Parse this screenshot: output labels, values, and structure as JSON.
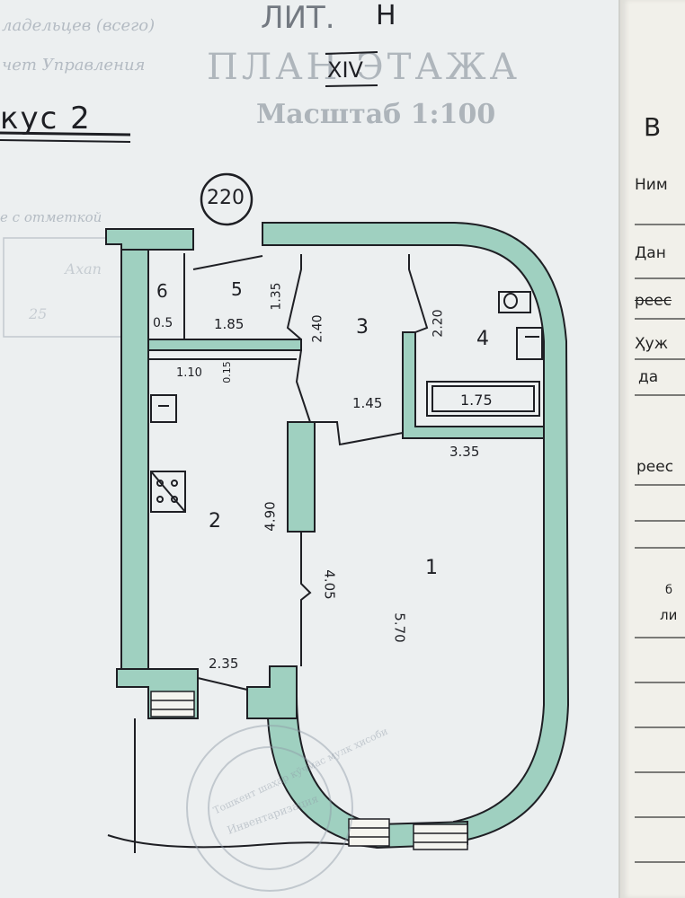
{
  "header": {
    "owner_line": "ладельцев (всего)",
    "management_line": "чет Управления",
    "lit_label": "ЛИТ.",
    "lit_letter": "Н",
    "floor_plan_title": "ПЛАН ЭТАЖА",
    "floor_number": "XIV",
    "scale_label": "Масштаб 1:100",
    "block_label": "кус 2",
    "apartment_number": "220",
    "mark_line": "е с отметкой",
    "faded_1": "Ахап",
    "faded_2": "25"
  },
  "rooms": [
    {
      "number": "1",
      "length": "5.70"
    },
    {
      "number": "2",
      "length": "4.90"
    },
    {
      "number": "3",
      "length": "2.40"
    },
    {
      "number": "4",
      "length": "2.20"
    },
    {
      "number": "5",
      "length": "1.35"
    },
    {
      "number": "6",
      "length": "0.5"
    }
  ],
  "dimensions": {
    "d_1_85": "1.85",
    "d_1_10": "1.10",
    "d_0_15": "0.15",
    "d_1_45": "1.45",
    "d_1_75": "1.75",
    "d_3_35": "3.35",
    "d_4_05": "4.05",
    "d_2_35": "2.35"
  },
  "stamp": {
    "ring_text": "Тошкент шаҳар кўчмас мулк ҳисоби",
    "inner_text": "Инвентаризация"
  },
  "next_page": {
    "lines": [
      "В",
      "Ним",
      "Дан",
      "реес",
      "Ҳуж",
      "да",
      "реес",
      "б",
      "ли"
    ]
  },
  "colors": {
    "wall_fill": "#9fd0c0",
    "ink": "#1e1f24",
    "paper": "#eceff0"
  }
}
